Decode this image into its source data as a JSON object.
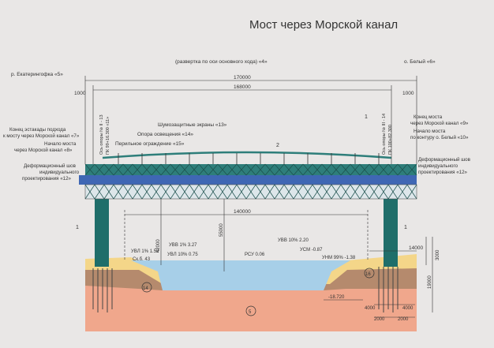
{
  "title": "Мост через Морской канал",
  "subtitle": "(развертка по оси основного хода) «4»",
  "left_bank": "р. Екатерингофка «5»",
  "right_bank": "о. Белый «6»",
  "dims": {
    "total": "170000",
    "span": "168000",
    "end_left": "1000",
    "end_right": "1000",
    "clear_span": "140000",
    "clear_height_1": "42000",
    "clear_height_2": "55000",
    "right_w": "14000",
    "right_h1": "3000",
    "right_h2": "19000",
    "pile_a": "4000",
    "pile_b": "4000",
    "base_a": "2000",
    "base_b": "2000",
    "bottom_level": "-18.720"
  },
  "axis_left": "Ось опоры № II - 13",
  "pk_left": "ПК 99+16.300 «11»",
  "axis_right": "Ось опоры № III - 14",
  "pk_right": "ПК 100+82.300",
  "labels": {
    "noise": "Шумозащитные экраны «13»",
    "lighting": "Опора освещения «14»",
    "railing": "Перильное ограждение «15»",
    "overpass_end_1": "Конец эстакады подхода",
    "overpass_end_2": "к мосту через Морской канал «7»",
    "bridge_start_1": "Начало моста",
    "bridge_start_2": "через Морской канал «8»",
    "joint_left_1": "Деформационный шов",
    "joint_left_2": "индивидуального",
    "joint_left_3": "проектирования «12»",
    "bridge_end_1": "Конец моста",
    "bridge_end_2": "через Морской канал «9»",
    "contour_1": "Начало моста",
    "contour_2": "по контуру о. Белый «10»",
    "joint_right_1": "Деформационный шов",
    "joint_right_2": "индивидуального",
    "joint_right_3": "проектирования «12»"
  },
  "water_levels": {
    "uvl": "УВЛ 1% 1.52",
    "ske": "Ск.б. 43",
    "uvv": "УВВ 1% 3.27",
    "uvl10": "УВЛ 10% 0.75",
    "rsu": "РСУ 0.06",
    "uvv10": "УВВ 10% 2.20",
    "usm": "УСМ -0.87",
    "unm": "УНМ 99% -1.38"
  },
  "markers": {
    "one_left": "1",
    "one_right": "1",
    "one_top": "1",
    "two": "2",
    "sixteen": "16",
    "five": "5",
    "fourteen": "14"
  },
  "colors": {
    "truss": "#2e7e7a",
    "deck": "#3f67b4",
    "water": "#a7cfe8",
    "clay": "#f0a78c",
    "sand": "#f4d689",
    "dark_layer": "#b58a6d",
    "pier": "#1f6e6a"
  }
}
